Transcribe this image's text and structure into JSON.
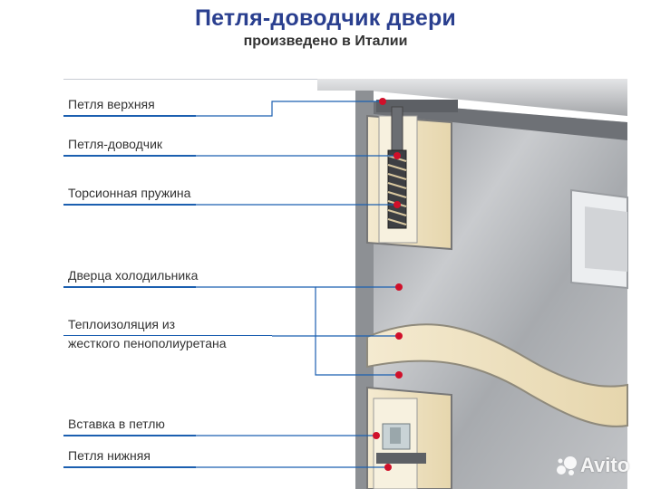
{
  "header": {
    "title": "Петля-доводчик двери",
    "subtitle": "произведено в Италии"
  },
  "labels": [
    {
      "id": "top-hinge",
      "text": "Петля верхняя"
    },
    {
      "id": "closer-hinge",
      "text": "Петля-доводчик"
    },
    {
      "id": "torsion-spring",
      "text": "Торсионная пружина"
    },
    {
      "id": "fridge-door",
      "text": "Дверца холодильника"
    },
    {
      "id": "insulation-line1",
      "text": "Теплоизоляция из"
    },
    {
      "id": "insulation-line2",
      "text": "жесткого пенополиуретана"
    },
    {
      "id": "hinge-insert",
      "text": "Вставка в петлю"
    },
    {
      "id": "bottom-hinge",
      "text": "Петля нижняя"
    }
  ],
  "watermark": {
    "text": "Avito",
    "icon": "avito-logo-icon"
  },
  "colors": {
    "title": "#2a3f8f",
    "leader_line": "#1b5fb0",
    "marker": "#d0102a",
    "insulation": "#efe3c1",
    "steel": "#b9bcc0"
  }
}
